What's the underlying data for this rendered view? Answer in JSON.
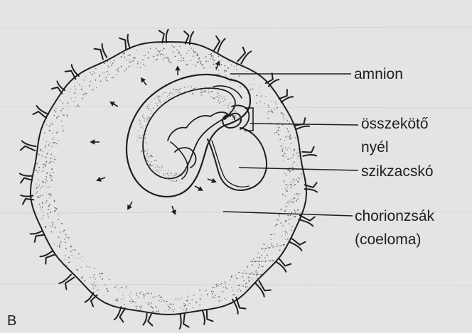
{
  "figure": {
    "panel_letter": "B",
    "labels": {
      "amnion": "amnion",
      "connecting_stalk_line1": "összekötő",
      "connecting_stalk_line2": "nyél",
      "yolk_sac": "szikzacskó",
      "chorionic_sac_line1": "chorionzsák",
      "chorionic_sac_line2": "(coeloma)"
    }
  },
  "colors": {
    "background": "#e4e4e2",
    "ink": "#1e1e1e",
    "stipple": "#6a6a6a"
  }
}
